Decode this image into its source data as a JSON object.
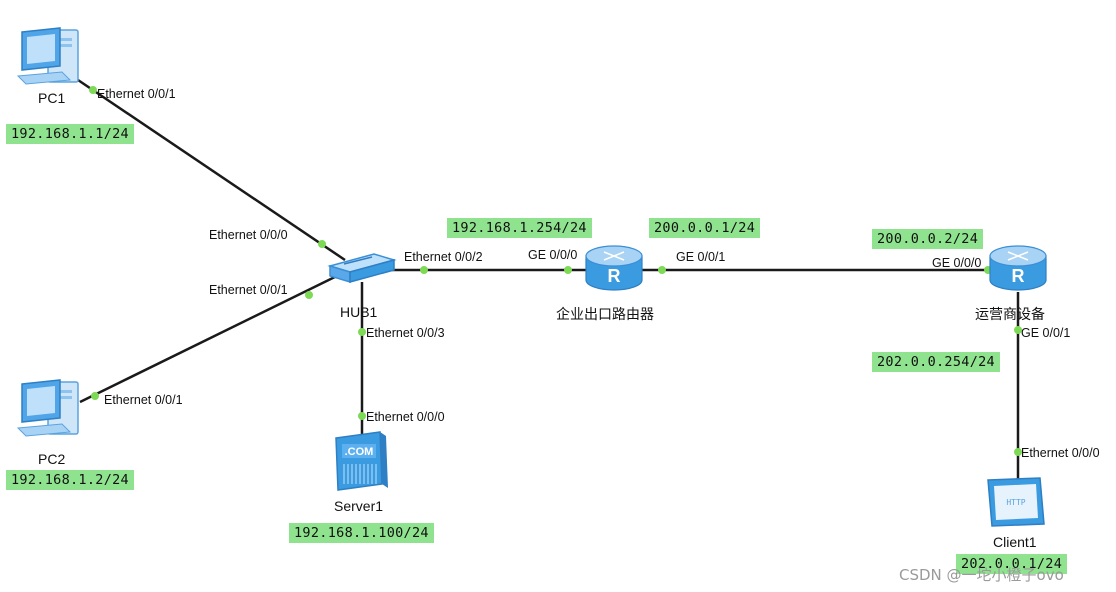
{
  "devices": {
    "pc1": {
      "name": "PC1",
      "ip": "192.168.1.1/24",
      "port": "Ethernet 0/0/1"
    },
    "pc2": {
      "name": "PC2",
      "ip": "192.168.1.2/24",
      "port": "Ethernet 0/0/1"
    },
    "hub1": {
      "name": "HUB1",
      "ports": {
        "p0": "Ethernet 0/0/0",
        "p1": "Ethernet 0/0/1",
        "p2": "Ethernet 0/0/2",
        "p3": "Ethernet 0/0/3"
      }
    },
    "server1": {
      "name": "Server1",
      "ip": "192.168.1.100/24",
      "port": "Ethernet 0/0/0",
      "screen_text": ".COM"
    },
    "router_ent": {
      "name": "企业出口路由器",
      "ip_lan": "192.168.1.254/24",
      "ip_wan": "200.0.0.1/24",
      "port_lan": "GE 0/0/0",
      "port_wan": "GE 0/0/1",
      "icon_letter": "R"
    },
    "router_isp": {
      "name": "运营商设备",
      "ip_wan": "200.0.0.2/24",
      "ip_lan": "202.0.0.254/24",
      "port_wan": "GE 0/0/0",
      "port_lan": "GE 0/0/1",
      "icon_letter": "R"
    },
    "client1": {
      "name": "Client1",
      "ip": "202.0.0.1/24",
      "port": "Ethernet 0/0/0",
      "screen_text": "HTTP"
    }
  },
  "watermark": "CSDN @一坨小橙子ovo",
  "colors": {
    "link": "#1a1a1a",
    "port_dot": "#7ed957",
    "ip_bg": "#8fe38f",
    "device_blue": "#3a9be0"
  }
}
